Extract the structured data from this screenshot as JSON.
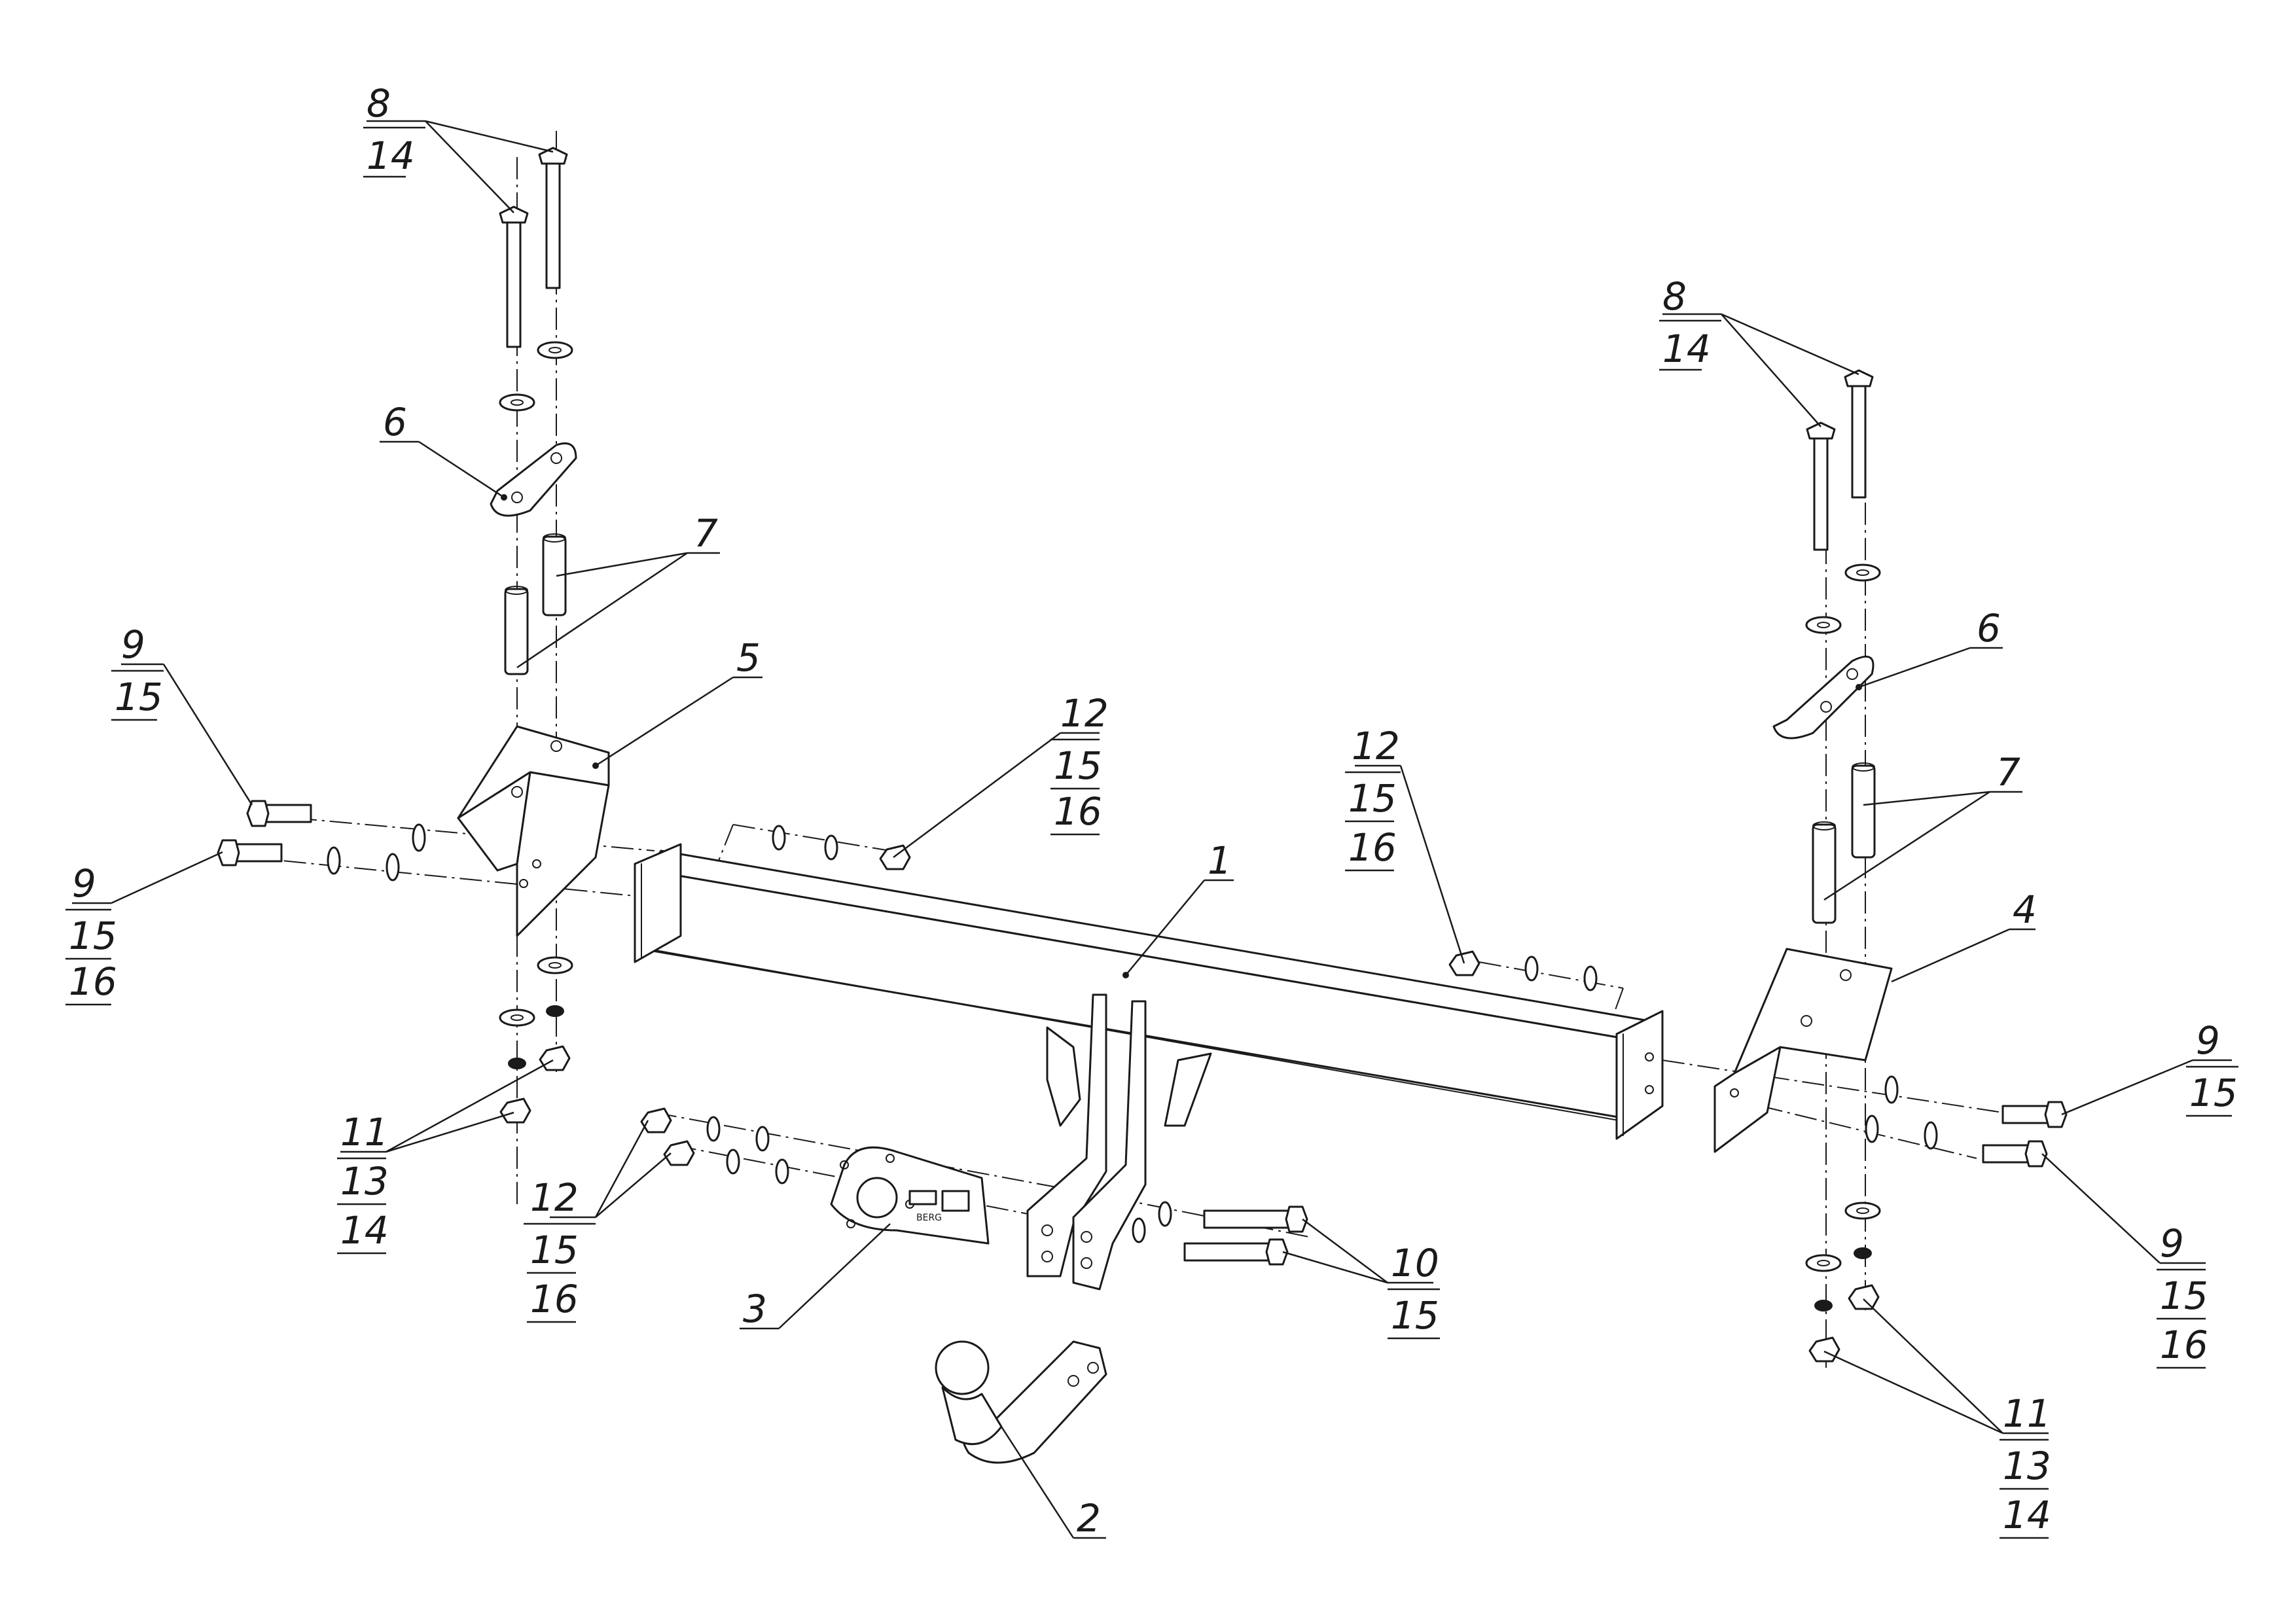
{
  "callouts": {
    "c1": {
      "lines": [
        "1"
      ]
    },
    "c2": {
      "lines": [
        "2"
      ]
    },
    "c3": {
      "lines": [
        "3"
      ]
    },
    "c4": {
      "lines": [
        "4"
      ]
    },
    "c5": {
      "lines": [
        "5"
      ]
    },
    "c6_left": {
      "lines": [
        "6"
      ]
    },
    "c6_right": {
      "lines": [
        "6"
      ]
    },
    "c7_left": {
      "lines": [
        "7"
      ]
    },
    "c7_right": {
      "lines": [
        "7"
      ]
    },
    "c8_left": {
      "lines": [
        "8",
        "14"
      ]
    },
    "c8_right": {
      "lines": [
        "8",
        "14"
      ]
    },
    "c9_left_a": {
      "lines": [
        "9",
        "15"
      ]
    },
    "c9_left_b": {
      "lines": [
        "9",
        "15",
        "16"
      ]
    },
    "c9_right_a": {
      "lines": [
        "9",
        "15"
      ]
    },
    "c9_right_b": {
      "lines": [
        "9",
        "15",
        "16"
      ]
    },
    "c10": {
      "lines": [
        "10",
        "15"
      ]
    },
    "c11_left": {
      "lines": [
        "11",
        "13",
        "14"
      ]
    },
    "c11_right": {
      "lines": [
        "11",
        "13",
        "14"
      ]
    },
    "c12_left": {
      "lines": [
        "12",
        "15",
        "16"
      ]
    },
    "c12_center": {
      "lines": [
        "12",
        "15",
        "16"
      ]
    },
    "c12_right": {
      "lines": [
        "12",
        "15",
        "16"
      ]
    }
  },
  "plate_text": "BERG"
}
